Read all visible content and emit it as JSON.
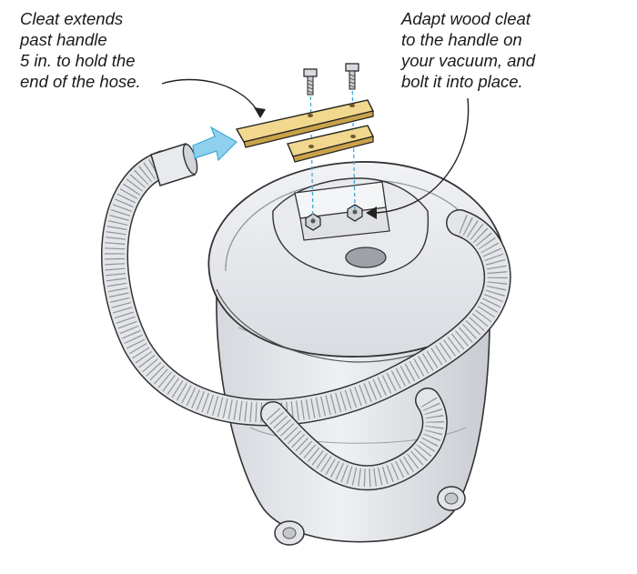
{
  "callouts": {
    "left": {
      "lines": [
        "Cleat extends",
        "past handle",
        "5 in. to hold the",
        "end of the hose."
      ]
    },
    "right": {
      "lines": [
        "Adapt wood cleat",
        "to the handle on",
        "your vacuum, and",
        "bolt it into place."
      ]
    }
  },
  "colors": {
    "wood": "#f2d88e",
    "wood_edge": "#c9a24a",
    "vacuum_body": "#e6e8ec",
    "vacuum_shadow": "#b9bcc2",
    "hose": "#e3e5e8",
    "arrow": "#6cc1e8",
    "bolt_guide": "#3fa9d8",
    "ink": "#222222"
  },
  "icons": {
    "flow_arrow": "arrow-right-icon",
    "bolt": "bolt-icon",
    "nut": "nut-icon"
  }
}
